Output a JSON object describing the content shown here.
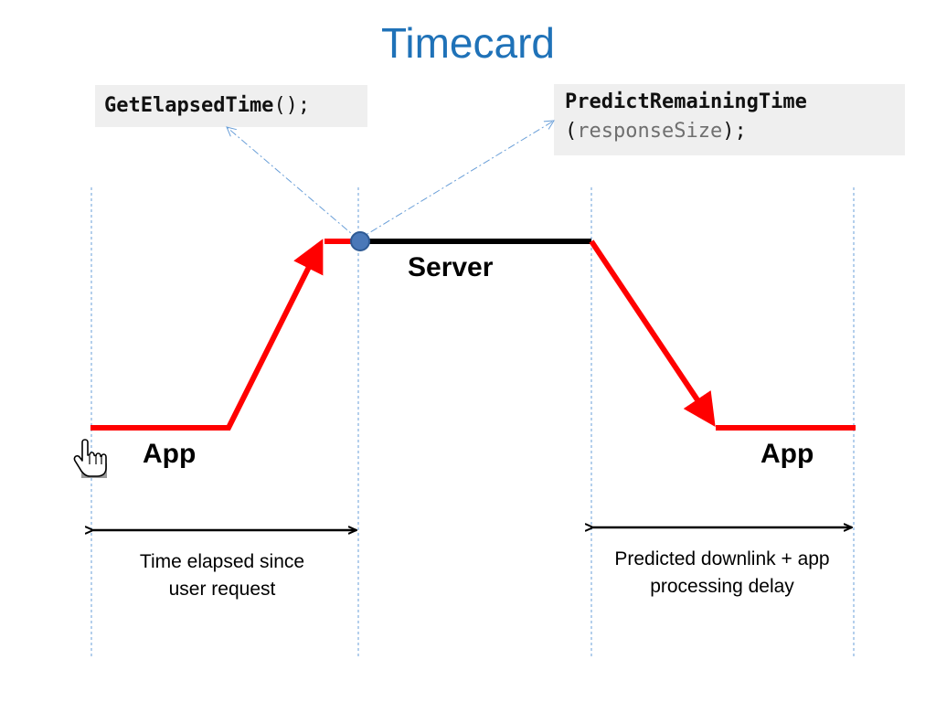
{
  "title": "Timecard",
  "code_left": {
    "fn": "GetElapsedTime",
    "suffix": "();"
  },
  "code_right": {
    "fn": "PredictRemainingTime",
    "open": "(",
    "param": "responseSize",
    "close": ");"
  },
  "labels": {
    "server": "Server",
    "app_left": "App",
    "app_right": "App"
  },
  "captions": {
    "left_line1": "Time elapsed since",
    "left_line2": "user request",
    "right_line1": "Predicted downlink + app",
    "right_line2": "processing delay"
  },
  "colors": {
    "title": "#1f72b8",
    "app_path": "#ff0000",
    "server_path": "#000000",
    "marker": "#4a78b8",
    "guide": "#6a9fd8"
  },
  "icons": {
    "cursor": "hand-pointer-icon",
    "marker": "timecard-point-icon"
  }
}
